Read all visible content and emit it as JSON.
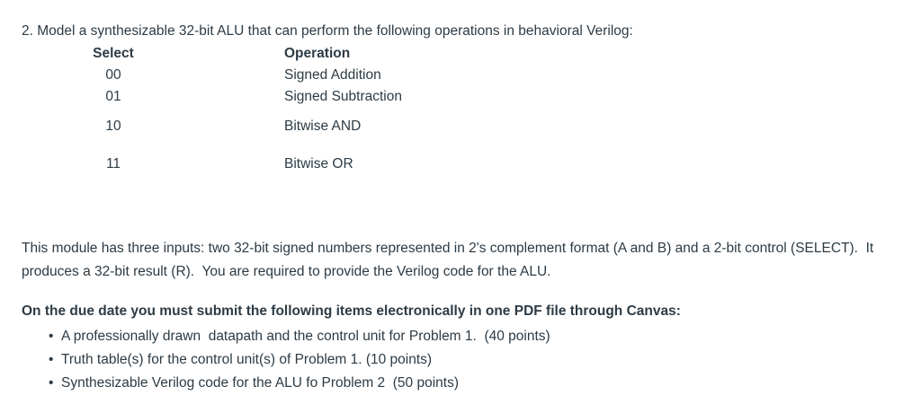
{
  "document": {
    "intro": "2. Model a synthesizable 32-bit ALU that can perform the following operations in behavioral Verilog:",
    "op_table": {
      "headers": {
        "select": "Select",
        "operation": "Operation"
      },
      "rows": [
        {
          "select": "00",
          "operation": "Signed Addition"
        },
        {
          "select": "01",
          "operation": "Signed Subtraction"
        },
        {
          "select": "10",
          "operation": "Bitwise AND"
        },
        {
          "select": "11",
          "operation": "Bitwise OR"
        }
      ]
    },
    "description": "This module has three inputs: two 32-bit signed numbers represented in 2's complement format (A and B) and a 2-bit control (SELECT).  It produces a 32-bit result (R).  You are required to provide the Verilog code for the ALU.",
    "submission_heading": "On the due date you must submit the following items electronically in one PDF file through Canvas:",
    "deliverables": [
      "A professionally drawn  datapath and the control unit for Problem 1.  (40 points)",
      "Truth table(s) for the control unit(s) of Problem 1. (10 points)",
      "Synthesizable Verilog code for the ALU fo Problem 2  (50 points)"
    ]
  },
  "colors": {
    "text": "#2d3b45",
    "background": "#ffffff"
  }
}
